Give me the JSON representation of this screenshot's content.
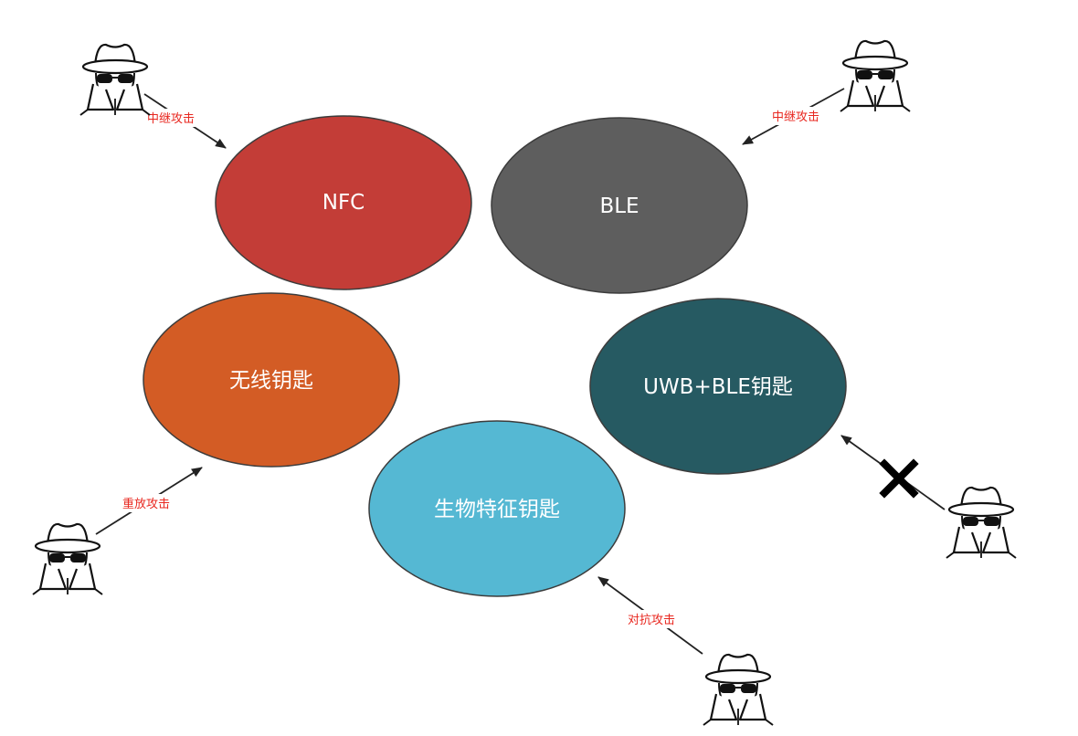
{
  "colors": {
    "nfc": "#c33d37",
    "ble": "#5e5e5e",
    "wireless": "#d35c25",
    "uwb": "#265a62",
    "biometric": "#55b8d3",
    "attack_text": "#e8271f",
    "arrow": "#222222"
  },
  "nodes": {
    "nfc": {
      "label": "NFC"
    },
    "ble": {
      "label": "BLE"
    },
    "wireless": {
      "label": "无线钥匙"
    },
    "uwb": {
      "label": "UWB+BLE钥匙"
    },
    "biometric": {
      "label": "生物特征钥匙"
    }
  },
  "attacks": {
    "nfc": {
      "label": "中继攻击"
    },
    "ble": {
      "label": "中继攻击"
    },
    "wireless": {
      "label": "重放攻击"
    },
    "biometric": {
      "label": "对抗攻击"
    }
  },
  "icons": {
    "attacker": "hacker-icon",
    "blocked": "cross-mark-icon"
  }
}
